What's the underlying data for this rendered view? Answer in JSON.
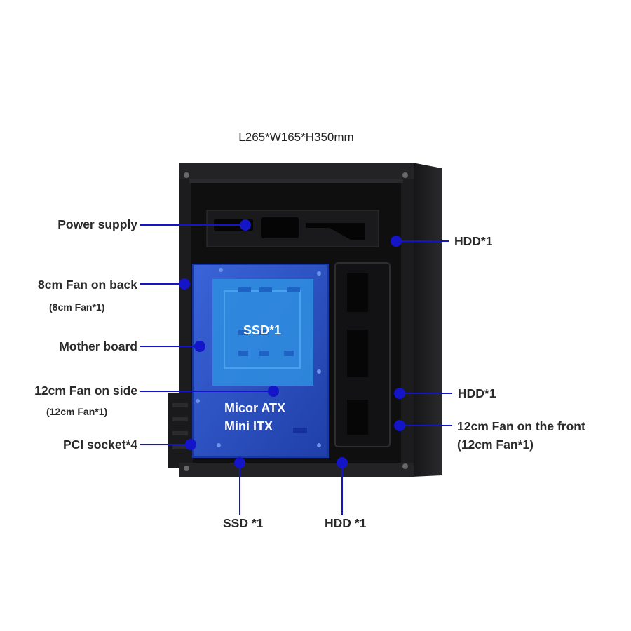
{
  "dimensions": "L265*W165*H350mm",
  "labels": {
    "power_supply": "Power supply",
    "fan_back": "8cm Fan on back",
    "fan_back_sub": "(8cm Fan*1)",
    "mother_board": "Mother board",
    "fan_side": "12cm Fan on side",
    "fan_side_sub": "(12cm Fan*1)",
    "pci_socket": "PCI socket*4",
    "ssd_bottom": "SSD *1",
    "hdd_bottom": "HDD *1",
    "hdd_top_right": "HDD*1",
    "hdd_mid_right": "HDD*1",
    "fan_front": "12cm Fan on the front",
    "fan_front_sub": "(12cm Fan*1)",
    "ssd_inbox": "SSD*1",
    "mb_form_1": "Micor ATX",
    "mb_form_2": "Mini ITX"
  },
  "colors": {
    "accent_blue": "#1414c8",
    "board_blue": "#2a50c8",
    "ssd_highlight": "#2f8fe0",
    "case_black": "#1c1c1e"
  }
}
